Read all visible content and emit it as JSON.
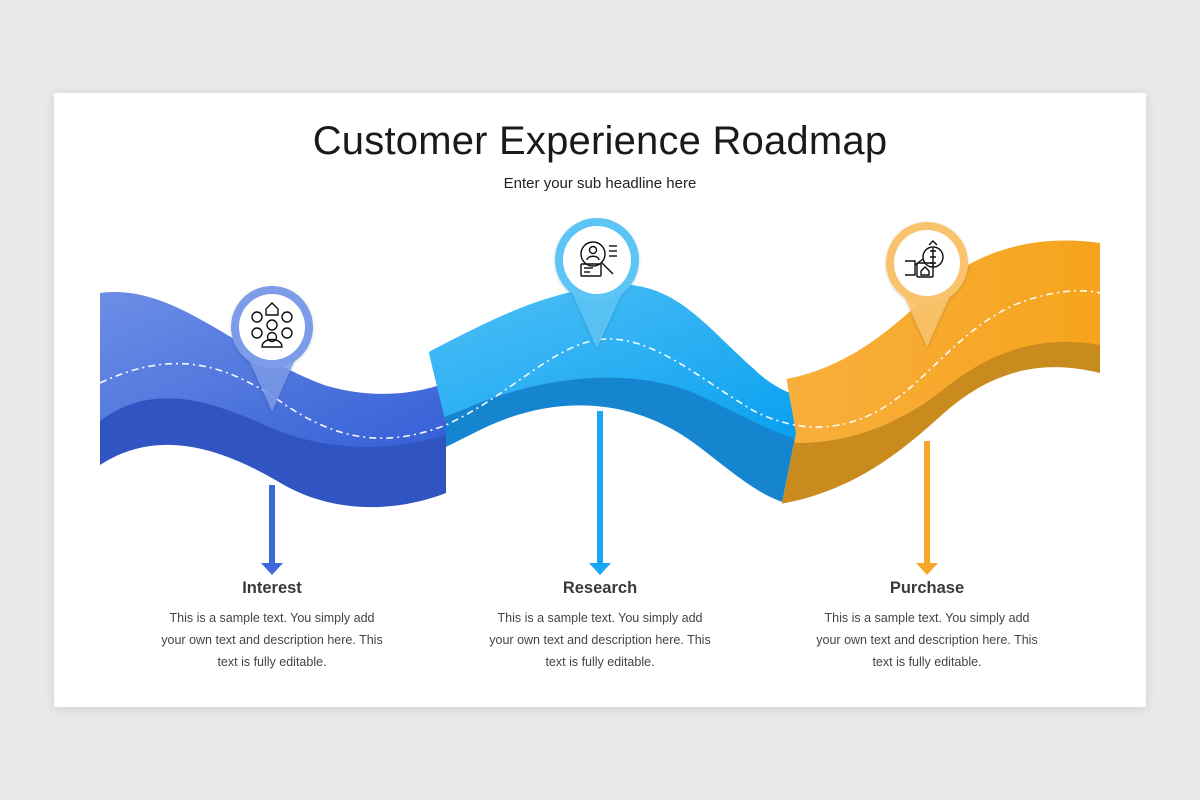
{
  "title": "Customer Experience Roadmap",
  "subtitle": "Enter your sub headline here",
  "colors": {
    "blue": "#3b6ad8",
    "sky": "#1aa6f2",
    "orange": "#f7a82a",
    "background": "#e9e8ea"
  },
  "steps": [
    {
      "label": "Interest",
      "text": "This is a sample text. You simply add your own text and description here. This text is fully editable.",
      "icon": "customer-interest-icon",
      "color": "#3b6ad8"
    },
    {
      "label": "Research",
      "text": "This is a sample text. You simply add your own text and description here. This text is fully editable.",
      "icon": "search-document-icon",
      "color": "#1aa6f2"
    },
    {
      "label": "Purchase",
      "text": "This is a sample text. You simply add your own text and description here. This text is fully editable.",
      "icon": "money-purchase-icon",
      "color": "#f7a82a"
    }
  ]
}
